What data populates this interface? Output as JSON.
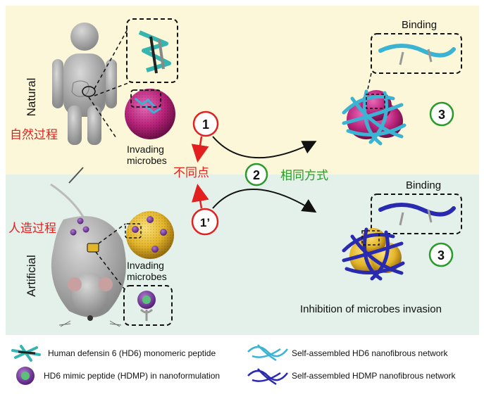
{
  "panels": {
    "natural": {
      "side_label": "Natural",
      "cn_label": "自然过程",
      "microbe_label_1": "Invading",
      "microbe_label_2": "microbes",
      "binding": "Binding"
    },
    "artificial": {
      "side_label": "Artificial",
      "cn_label": "人造过程",
      "microbe_label_1": "Invading",
      "microbe_label_2": "microbes",
      "binding": "Binding"
    }
  },
  "steps": {
    "s1": "1",
    "s1p": "1’",
    "s2": "2",
    "s3a": "3",
    "s3b": "3"
  },
  "center": {
    "different": "不同点",
    "same": "相同方式"
  },
  "outcome": "Inhibition of microbes invasion",
  "legend": {
    "hd6": "Human defensin 6 (HD6) monomeric peptide",
    "hd6_net": "Self-assembled HD6 nanofibrous network",
    "hdmp": "HD6 mimic peptide (HDMP) in nanoformulation",
    "hdmp_net": "Self-assembled HDMP nanofibrous network"
  },
  "colors": {
    "natural_bg": "#fbf7d8",
    "artificial_bg": "#e3f1ea",
    "red": "#e32020",
    "green": "#2a9a2a",
    "cyan": "#3bb3d3",
    "navy": "#2a2ab0",
    "magenta": "#b8237a",
    "gold": "#e3b52a"
  }
}
